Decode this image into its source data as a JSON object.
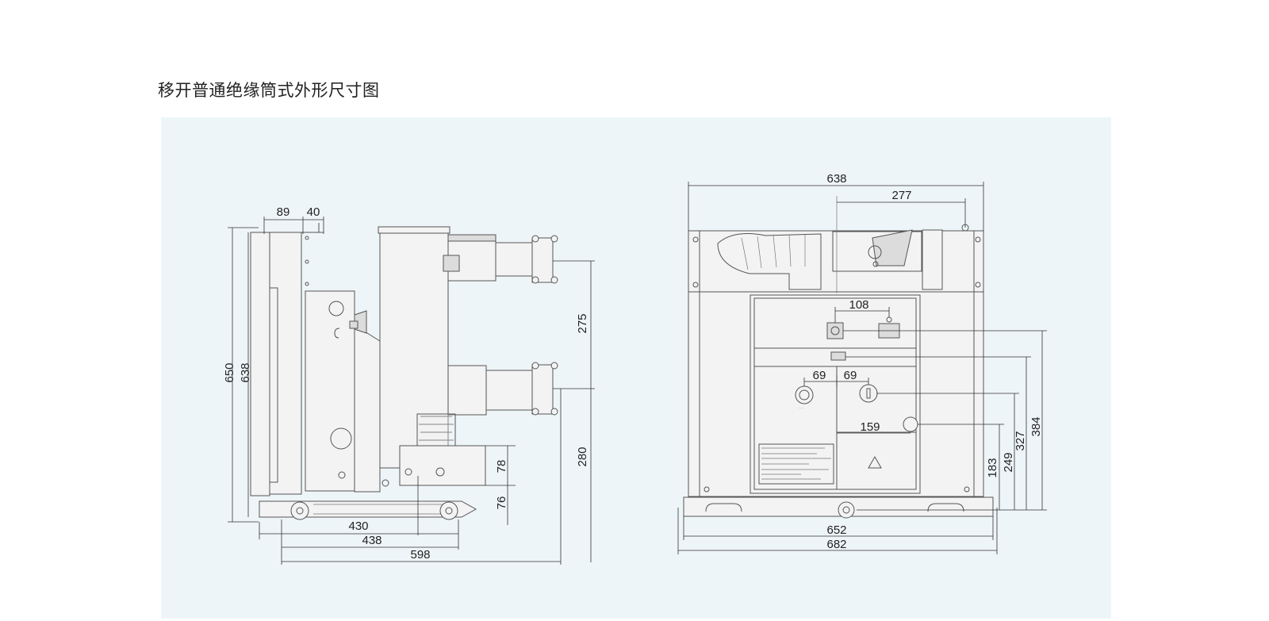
{
  "title": "移开普通绝缘筒式外形尺寸图",
  "side_view": {
    "top_dims": [
      "89",
      "40"
    ],
    "left_dims": [
      "650",
      "638"
    ],
    "right_dims": [
      "275",
      "280",
      "78",
      "76"
    ],
    "bottom_dims": [
      "430",
      "438",
      "598"
    ]
  },
  "front_view": {
    "top_dims": [
      "638",
      "277"
    ],
    "inner_dims": [
      "108",
      "69",
      "69",
      "159"
    ],
    "right_dims": [
      "183",
      "249",
      "327",
      "384"
    ],
    "bottom_dims": [
      "652",
      "682"
    ]
  }
}
